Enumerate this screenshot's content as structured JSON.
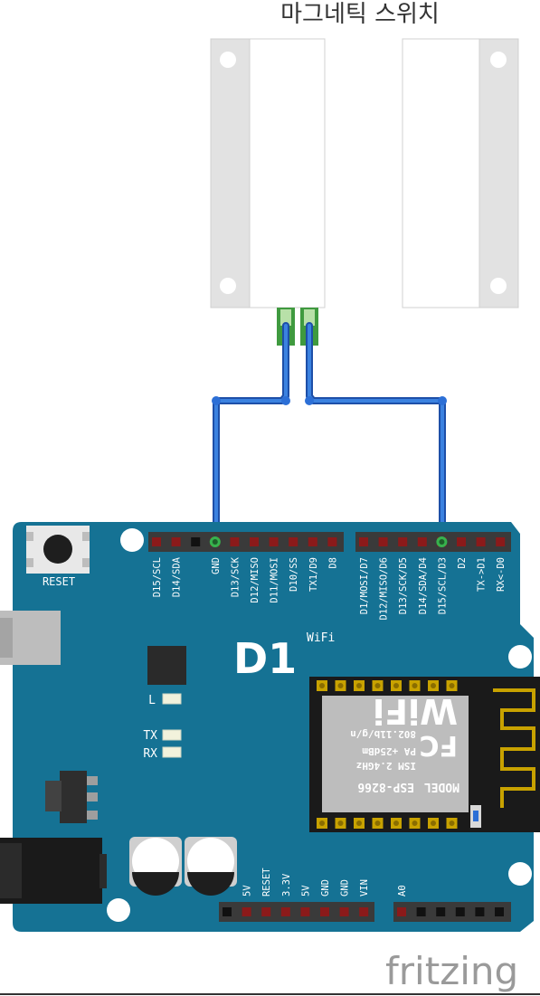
{
  "diagram": {
    "title": "마그네틱 스위치",
    "brand": "fritzing"
  },
  "board": {
    "name": "D1",
    "name_super": "WiFi",
    "reset_label": "RESET",
    "led_labels": [
      "L",
      "TX",
      "RX"
    ],
    "top_left_pins": [
      "D15/SCL",
      "D14/SDA",
      "",
      "GND",
      "D13/SCK",
      "D12/MISO",
      "D11/MOSI",
      "D10/SS",
      "TX1/D9",
      "D8"
    ],
    "top_right_pins": [
      "D1/MOSI/D7",
      "D12/MISO/D6",
      "D13/SCK/D5",
      "D14/SDA/D4",
      "D15/SCL/D3",
      "D2",
      "TX->D1",
      "RX<-D0"
    ],
    "bottom_left_pins": [
      "",
      "5V",
      "RESET",
      "3.3V",
      "5V",
      "GND",
      "GND",
      "VIN"
    ],
    "bottom_right_pins": [
      "A0",
      "",
      "",
      "",
      "",
      ""
    ]
  },
  "module": {
    "model_label": "MODEL",
    "model": "ESP-8266",
    "ism": "ISM 2.4GHz",
    "power": "PA +25dBm",
    "standard": "802.11b/g/n",
    "fc": "FC",
    "wifi_logo": "WiFi"
  },
  "colors": {
    "board": "#157294",
    "wire": "#2c6fd6",
    "header": "#3a3a3a",
    "pin_red": "#8b1a1a",
    "pin_green": "#37b24d",
    "switch": "#e8e8e8"
  }
}
